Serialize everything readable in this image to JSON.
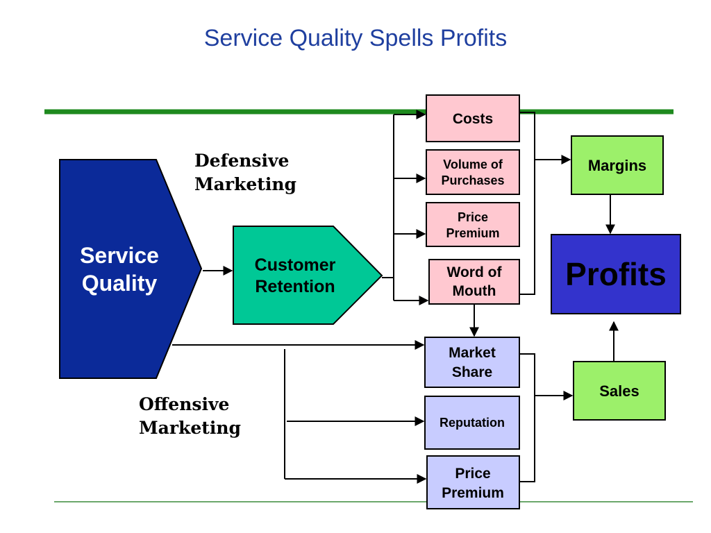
{
  "title": "Service Quality Spells Profits",
  "colors": {
    "title": "#1f3f9f",
    "green_rule": "#1e8a1e",
    "thin_rule": "#3a8a3a",
    "service_quality_fill": "#0b2a99",
    "customer_retention_fill": "#00c896",
    "pink_fill": "#ffc8d0",
    "lavender_fill": "#c8ccff",
    "light_green_fill": "#9cf06a",
    "profits_fill": "#3333cc"
  },
  "shapes": {
    "service_quality": {
      "line1": "Service",
      "line2": "Quality"
    },
    "customer_retention": {
      "line1": "Customer",
      "line2": "Retention"
    }
  },
  "labels": {
    "defensive": {
      "line1": "Defensive",
      "line2": "Marketing"
    },
    "offensive": {
      "line1": "Offensive",
      "line2": "Marketing"
    }
  },
  "boxes": {
    "costs": {
      "line1": "Costs"
    },
    "volume": {
      "line1": "Volume of",
      "line2": "Purchases"
    },
    "price_premium_top": {
      "line1": "Price",
      "line2": "Premium"
    },
    "word_of_mouth": {
      "line1": "Word of",
      "line2": "Mouth"
    },
    "market_share": {
      "line1": "Market",
      "line2": "Share"
    },
    "reputation": {
      "line1": "Reputation"
    },
    "price_premium_bottom": {
      "line1": "Price",
      "line2": "Premium"
    },
    "margins": {
      "line1": "Margins"
    },
    "profits": {
      "line1": "Profits"
    },
    "sales": {
      "line1": "Sales"
    }
  }
}
